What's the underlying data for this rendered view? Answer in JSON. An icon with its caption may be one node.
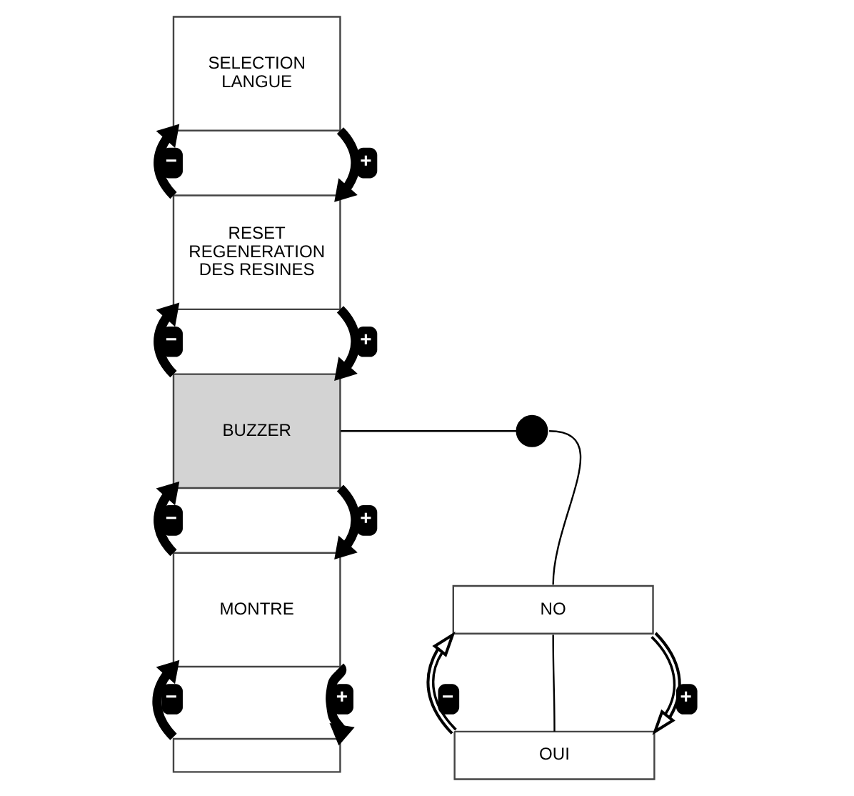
{
  "diagram": {
    "nodes": [
      {
        "text": [
          "SELECTION LANGUE"
        ]
      },
      {
        "text": [
          "RESET REGENERATION DES RESINES"
        ]
      },
      {
        "text": [
          "BUZZER"
        ]
      },
      {
        "text": [
          "MONTRE"
        ]
      },
      {
        "text": [],
        "shape": "box"
      },
      {
        "text": [],
        "shape": "circle"
      },
      {
        "text": [
          "NO"
        ]
      },
      {
        "text": [
          "OUI"
        ]
      }
    ],
    "edges": [
      {
        "from": 0,
        "to": 1,
        "arrow": "to",
        "label": "+"
      },
      {
        "from": 1,
        "to": 0,
        "arrow": "to",
        "label": "−"
      },
      {
        "from": 1,
        "to": 2,
        "arrow": "to",
        "label": "+"
      },
      {
        "from": 2,
        "to": 1,
        "arrow": "to",
        "label": "−"
      },
      {
        "from": 2,
        "to": 3,
        "arrow": "to",
        "label": "+"
      },
      {
        "from": 3,
        "to": 2,
        "arrow": "to",
        "label": "−"
      },
      {
        "from": 3,
        "to": 4,
        "arrow": "to",
        "label": "+"
      },
      {
        "from": 4,
        "to": 3,
        "arrow": "to",
        "label": "−"
      },
      {
        "from": 2,
        "to": 5,
        "arrow": "none"
      },
      {
        "from": 5,
        "to": 6,
        "arrow": "none"
      },
      {
        "from": 6,
        "to": 7,
        "arrow": "none"
      },
      {
        "from": 6,
        "to": 7,
        "arrow": "to",
        "label": "+"
      },
      {
        "from": 7,
        "to": 6,
        "arrow": "to",
        "label": "−"
      }
    ]
  }
}
